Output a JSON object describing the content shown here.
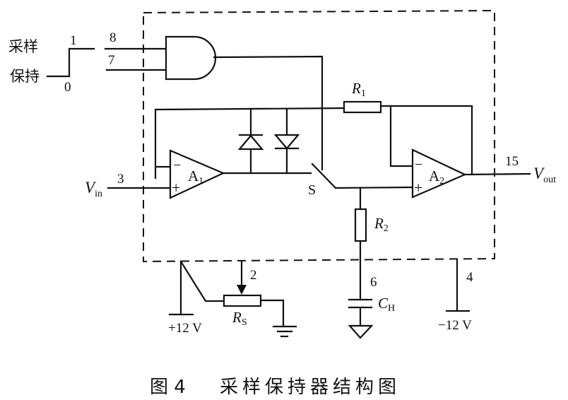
{
  "diagram": {
    "caption": {
      "figure_label": "图 4",
      "title": "采样保持器结构图"
    },
    "control_input": {
      "sample_label": "采样",
      "hold_label": "保持",
      "high_level": "1",
      "low_level": "0"
    },
    "pins": {
      "pin8": "8",
      "pin7": "7",
      "pin3": "3",
      "pin15": "15",
      "pin2": "2",
      "pin6": "6",
      "pin4": "4"
    },
    "components": {
      "r1": {
        "name": "R",
        "sub": "1"
      },
      "r2": {
        "name": "R",
        "sub": "2"
      },
      "rs": {
        "name": "R",
        "sub": "S"
      },
      "ch": {
        "name": "C",
        "sub": "H"
      },
      "a1": {
        "name": "A",
        "sub": "1",
        "minus": "−",
        "plus": "+"
      },
      "a2": {
        "name": "A",
        "sub": "2",
        "minus": "−",
        "plus": "+"
      },
      "switch": "S"
    },
    "signals": {
      "vin": {
        "name": "V",
        "sub": "in"
      },
      "vout": {
        "name": "V",
        "sub": "out"
      }
    },
    "supplies": {
      "positive": "+12 V",
      "negative": "−12 V"
    }
  }
}
